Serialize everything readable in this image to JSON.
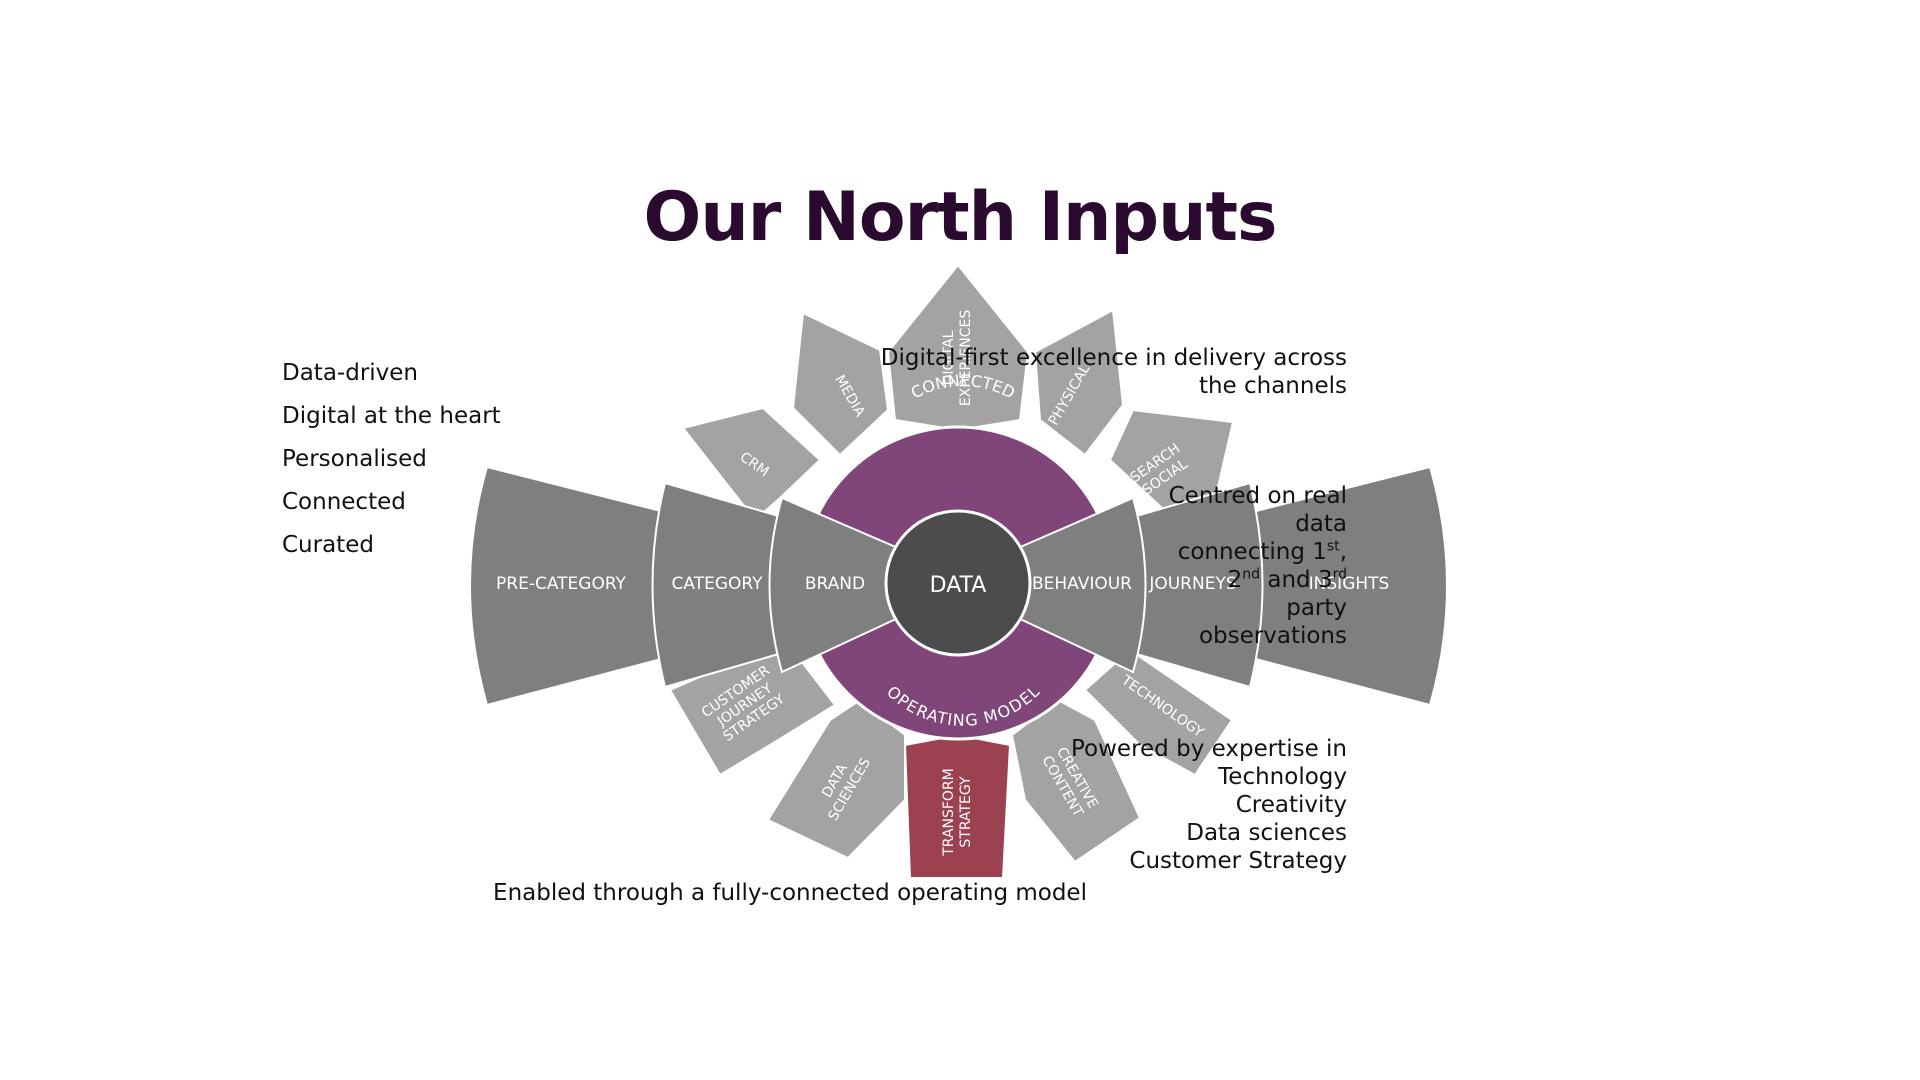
{
  "title": "Our North Inputs",
  "colors": {
    "title": "#2b0a30",
    "segment_gray": "#a3a3a3",
    "wing_gray": "#7f7f7f",
    "purple": "#80467a",
    "core": "#4c4c4c",
    "maroon": "#9b4150"
  },
  "left_list": [
    "Data-driven",
    "Digital at the heart",
    "Personalised",
    "Connected",
    "Curated"
  ],
  "right_texts": {
    "digital_first": {
      "line1": "Digital-first excellence in delivery across",
      "line2": "the channels"
    },
    "centred": {
      "line1": "Centred on real",
      "line2": "data",
      "line3_a": "connecting 1",
      "line3_sup": "st",
      "line3_b": ",",
      "line4_a": "2",
      "line4_sup1": "nd",
      "line4_b": " and 3",
      "line4_sup2": "rd",
      "line5": "party",
      "line6": "observations"
    },
    "powered": {
      "line1": "Powered by expertise in",
      "line2": "Technology",
      "line3": "Creativity",
      "line4": "Data sciences",
      "line5": "Customer Strategy"
    }
  },
  "bottom_text": "Enabled through a fully-connected operating model",
  "diagram": {
    "center": "DATA",
    "ring_top": "CONNECTED",
    "ring_bottom": "OPERATING MODEL",
    "left_wing": [
      "BRAND",
      "CATEGORY",
      "PRE-CATEGORY"
    ],
    "right_wing": [
      "BEHAVIOUR",
      "JOURNEYS",
      "INSIGHTS"
    ],
    "top_segments": {
      "crm": "CRM",
      "media": "MEDIA",
      "digital_1": "DIGITAL",
      "digital_2": "EXPERIENCES",
      "physical": "PHYSICAL",
      "search_1": "SEARCH",
      "search_2": "SOCIAL"
    },
    "bottom_segments": {
      "cjs_1": "CUSTOMER",
      "cjs_2": "JOURNEY",
      "cjs_3": "STRATEGY",
      "ds_1": "DATA",
      "ds_2": "SCIENCES",
      "transform_1": "TRANSFORM",
      "transform_2": "STRATEGY",
      "creative_1": "CREATIVE",
      "creative_2": "CONTENT",
      "technology": "TECHNOLOGY"
    }
  }
}
